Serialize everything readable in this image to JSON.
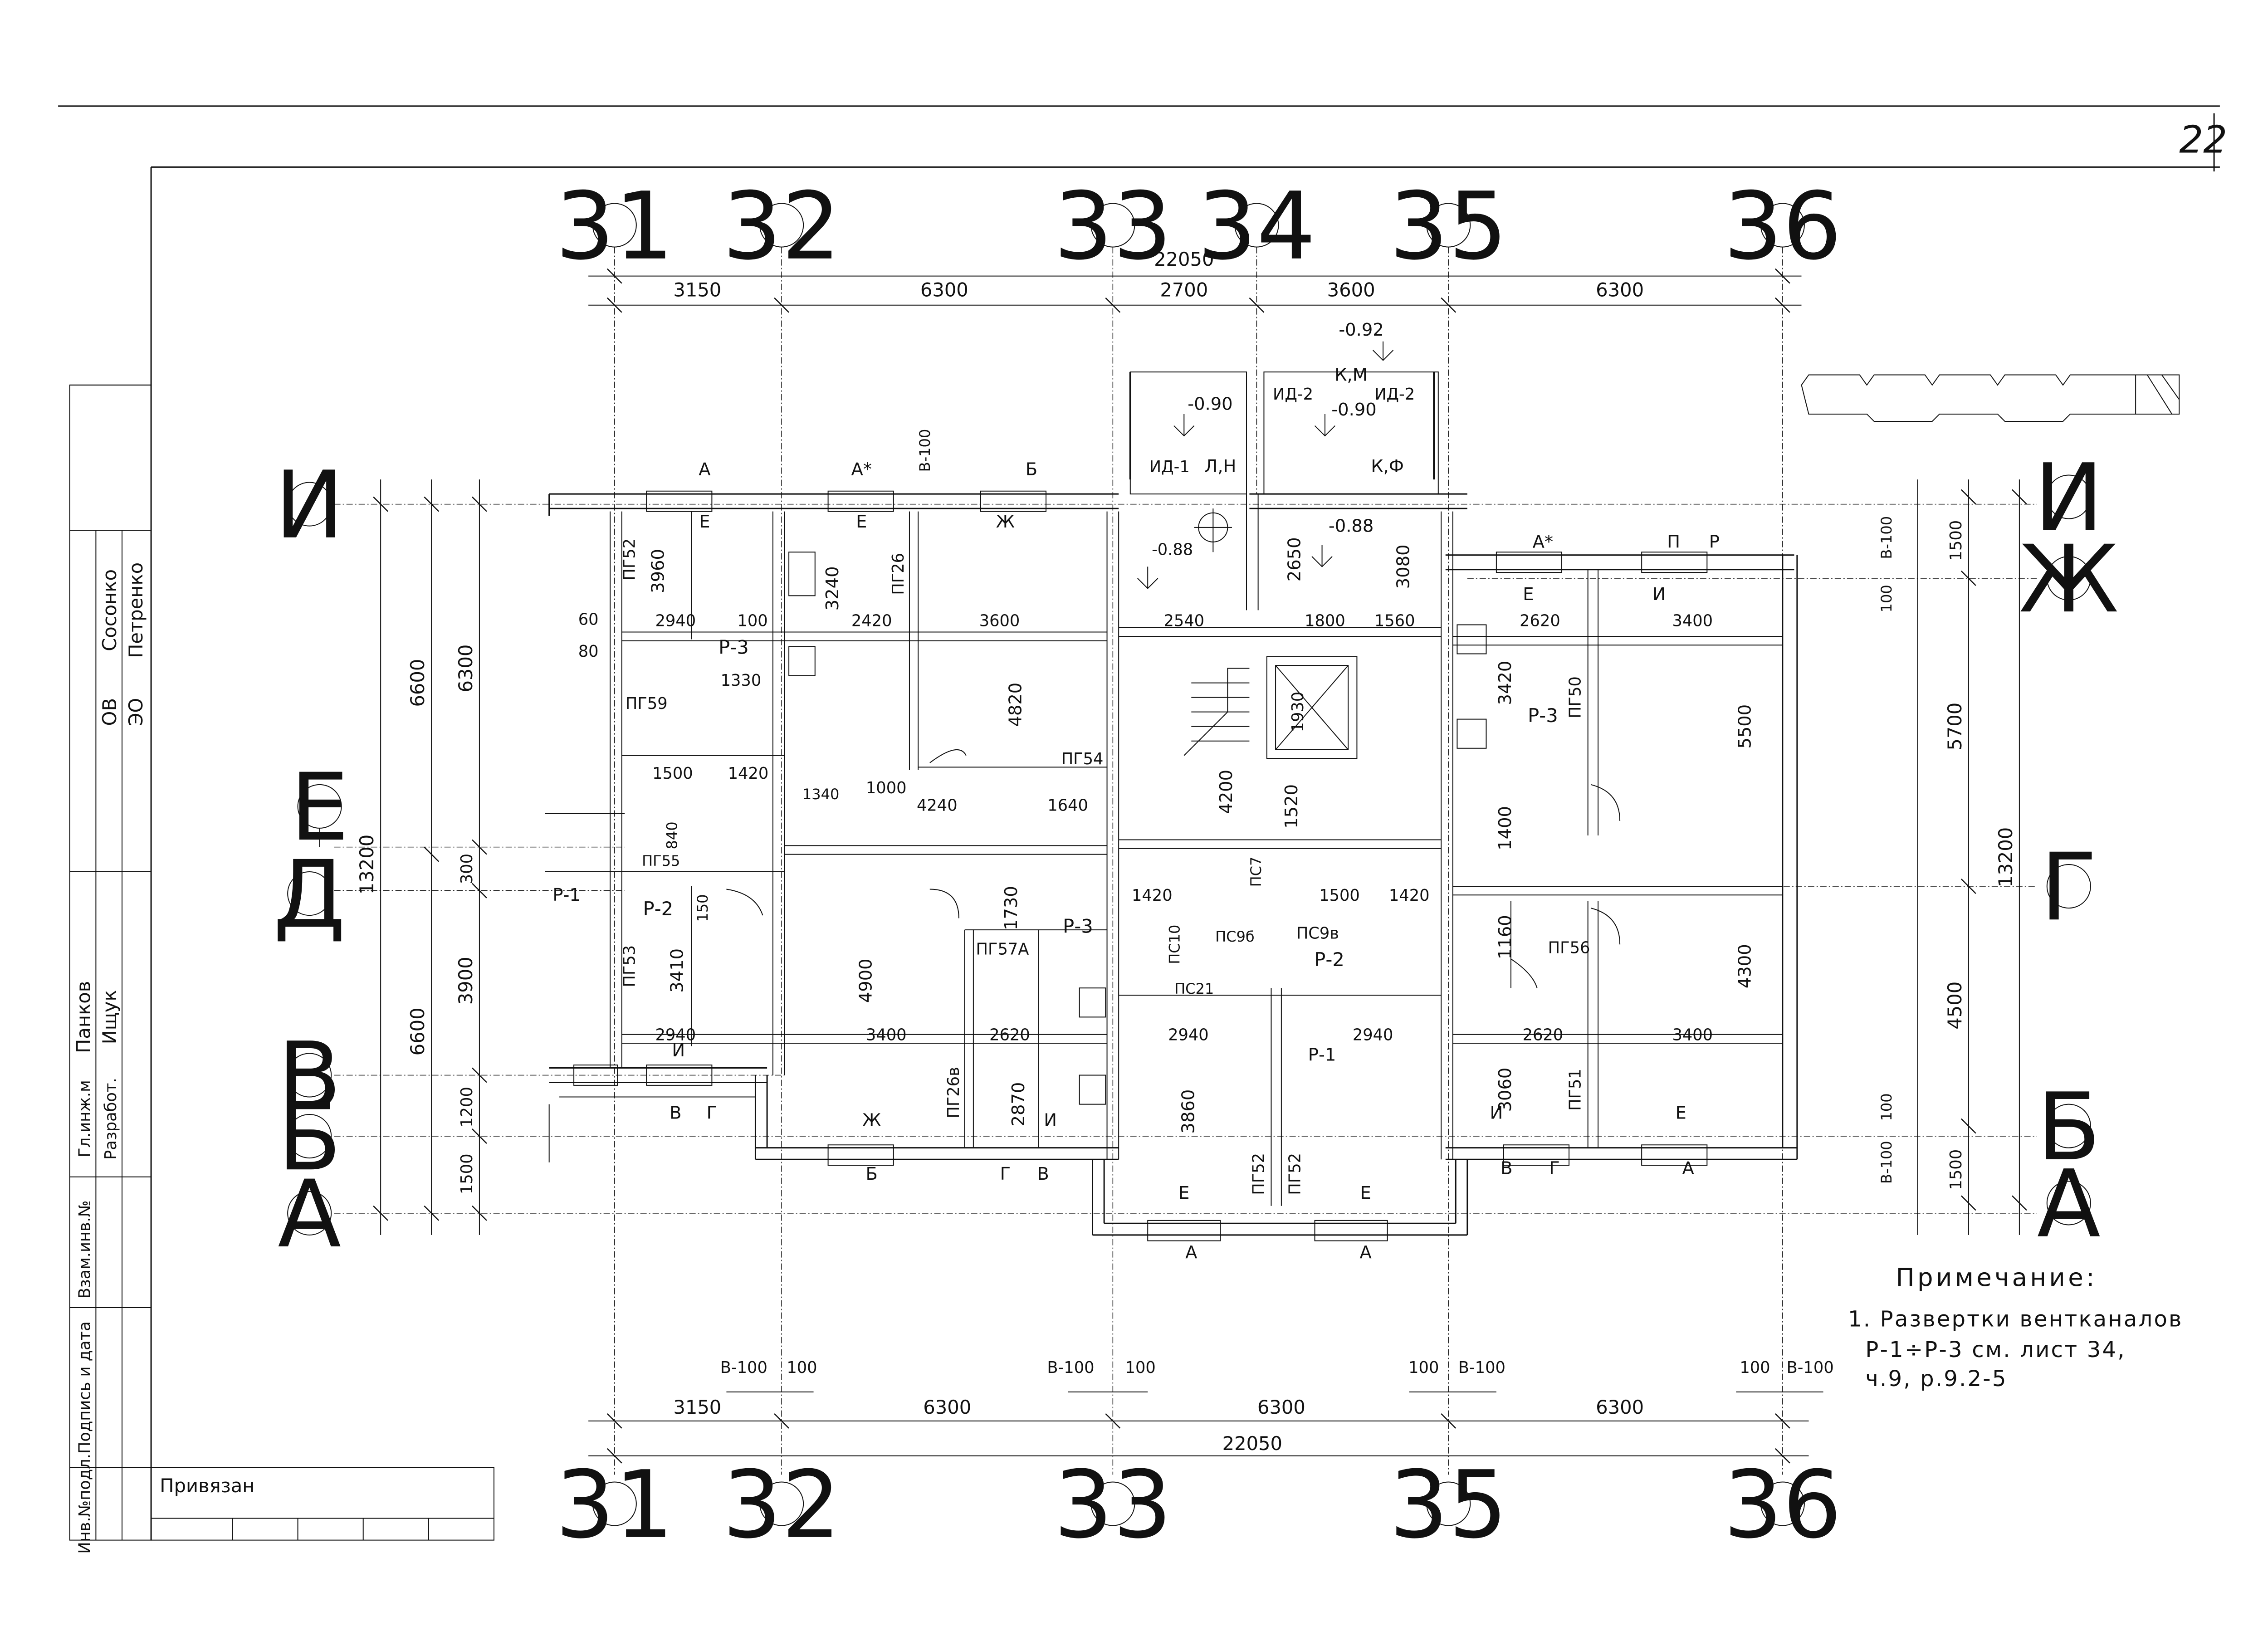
{
  "page_number": "22",
  "title_block": {
    "rows": [
      {
        "role": "ОВ",
        "name": "Сосонко"
      },
      {
        "role": "ЭО",
        "name": "Петренко"
      },
      {
        "role": "Гл.инж.м",
        "name": "Панков"
      },
      {
        "role": "Разработ.",
        "name": "Ищук"
      }
    ],
    "col_labels": [
      "Взам.инв.№",
      "Подпись и дата",
      "Инв.№подл."
    ],
    "tied_label": "Привязан"
  },
  "axes": {
    "columns_top": [
      "31",
      "32",
      "33",
      "34",
      "35",
      "36"
    ],
    "columns_bottom": [
      "31",
      "32",
      "33",
      "35",
      "36"
    ],
    "rows_left": [
      "И",
      "Е",
      "Д",
      "В",
      "Б",
      "А"
    ],
    "rows_right": [
      "И",
      "Ж",
      "Г",
      "Б",
      "А"
    ]
  },
  "dimensions": {
    "top_total": "22050",
    "top": [
      "3150",
      "6300",
      "2700",
      "3600",
      "6300"
    ],
    "bottom_total": "22050",
    "bottom": [
      "3150",
      "6300",
      "6300",
      "6300"
    ],
    "bottom_small": [
      "В-100",
      "100",
      "В-100",
      "100",
      "100",
      "В-100",
      "100",
      "В-100"
    ],
    "left_outer": [
      "13200"
    ],
    "left_mid": [
      "6600",
      "6600"
    ],
    "left_inner": [
      "6300",
      "300",
      "3900",
      "1200",
      "1500"
    ],
    "right_outer": [
      "13200"
    ],
    "right_inner": [
      "1500",
      "5700",
      "4500",
      "1500"
    ],
    "right_small": [
      "В-100",
      "100",
      "100",
      "В-100"
    ]
  },
  "rooms": [
    "3960",
    "3240",
    "4820",
    "3080",
    "2650",
    "3420",
    "5500",
    "3410",
    "4900",
    "1730",
    "3860",
    "3060",
    "4300",
    "1400",
    "1160",
    "4200",
    "1520",
    "2870"
  ],
  "marks": [
    "ПГ52",
    "ПГ26",
    "ПГ59",
    "ПГ50",
    "ПГ53",
    "ПГ51",
    "ПГ55",
    "ПГ56",
    "ПГ54",
    "ПГ57А",
    "ПГ26в",
    "Р-1",
    "Р-2",
    "Р-3",
    "ПС9б",
    "ПС9в",
    "ПС21",
    "ПС7",
    "ПС10"
  ],
  "window_marks": [
    "А",
    "А*",
    "Б",
    "В",
    "Г",
    "Е",
    "Ж",
    "И",
    "П",
    "Р",
    "К,М",
    "К,Ф",
    "Л,Н",
    "ИД-1",
    "ИД-2"
  ],
  "levels": [
    "-0.90",
    "-0.92",
    "-0.90",
    "-0.88",
    "-0.88"
  ],
  "misc_dims": [
    "2940",
    "100",
    "2420",
    "3600",
    "2540",
    "1800",
    "1560",
    "2620",
    "3400",
    "60",
    "80",
    "1330",
    "1500",
    "1420",
    "4240",
    "1640",
    "1000",
    "1340",
    "2940",
    "2620",
    "3400",
    "840",
    "150",
    "1930",
    "В-100"
  ],
  "note": {
    "heading": "Примечание:",
    "line1": "1. Развертки вентканалов",
    "line2": "Р-1÷Р-3 см. лист 34,",
    "line3": "ч.9, р.9.2-5"
  },
  "colors": {
    "ink": "#111111",
    "background": "#ffffff"
  }
}
